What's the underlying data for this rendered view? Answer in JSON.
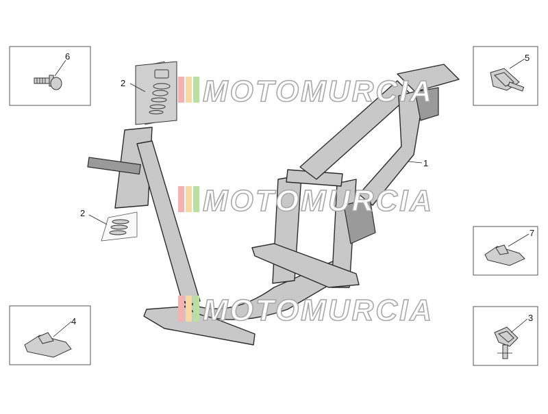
{
  "callouts": [
    {
      "id": "1",
      "text": "1"
    },
    {
      "id": "2a",
      "text": "2"
    },
    {
      "id": "2b",
      "text": "2"
    },
    {
      "id": "3",
      "text": "3"
    },
    {
      "id": "4",
      "text": "4"
    },
    {
      "id": "5",
      "text": "5"
    },
    {
      "id": "6",
      "text": "6"
    },
    {
      "id": "7",
      "text": "7"
    }
  ],
  "watermark": {
    "text": "MOTOMURCIA",
    "stripe_colors": [
      "#f3b3b3",
      "#f5d9a0",
      "#b9dfa4"
    ]
  },
  "colors": {
    "frame_fill": "#c8c8c8",
    "outline": "#2a2a2a",
    "box_border": "#555555"
  }
}
